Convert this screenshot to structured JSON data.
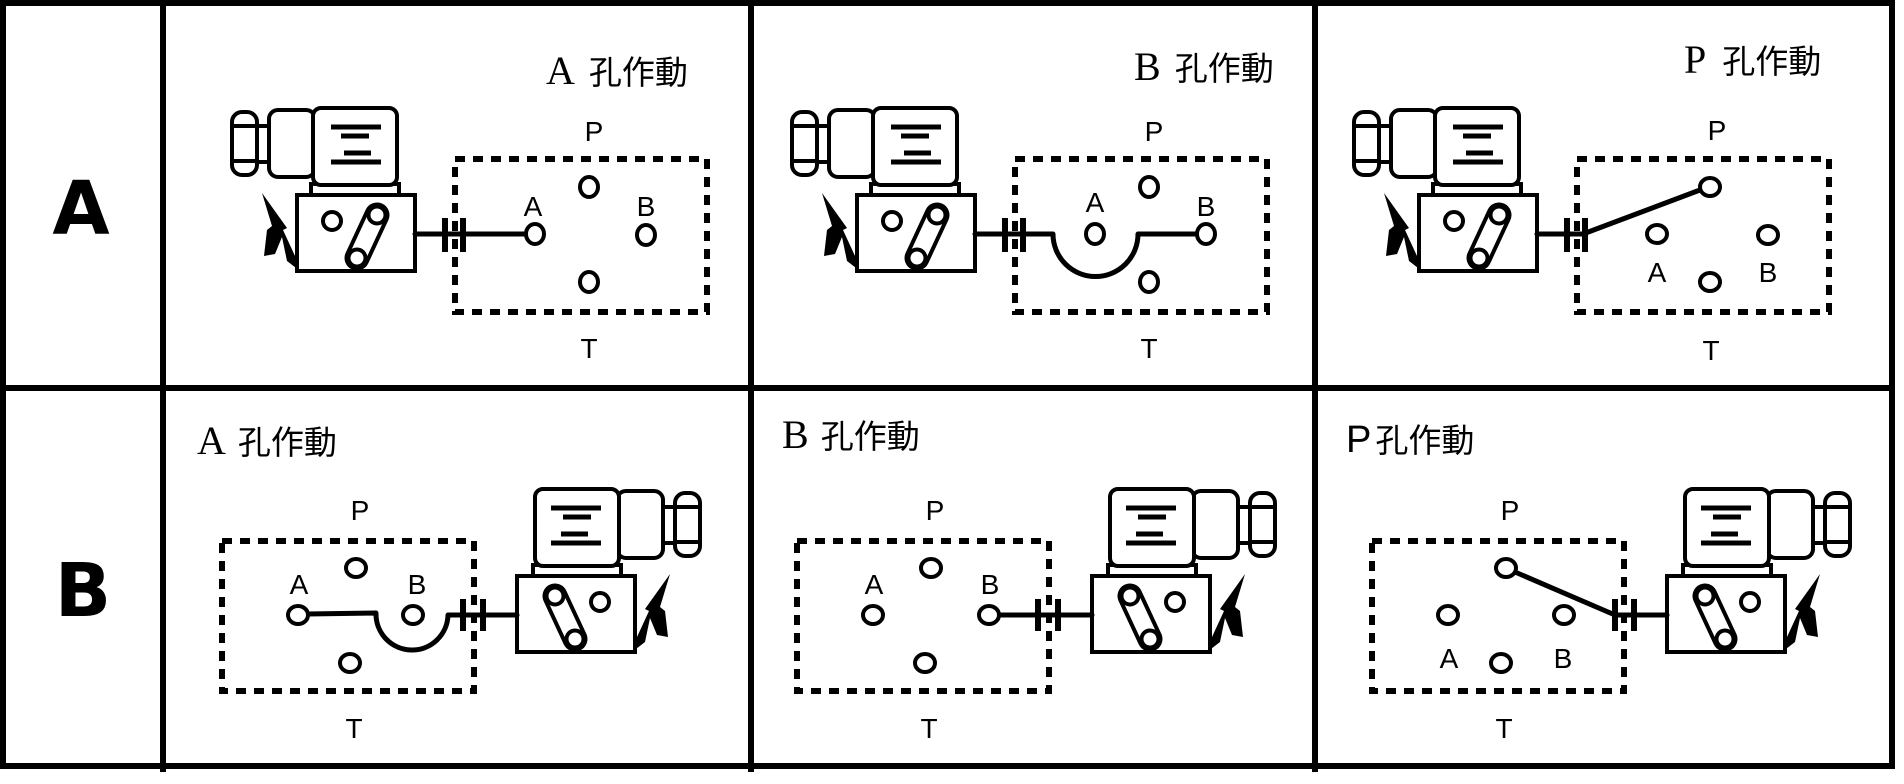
{
  "rows": [
    {
      "label": "A",
      "cells": [
        {
          "title_latin": "A",
          "title_cjk": "孔作動",
          "active_port": "A",
          "ports": {
            "P": "P",
            "A": "A",
            "B": "B",
            "T": "T"
          }
        },
        {
          "title_latin": "B",
          "title_cjk": "孔作動",
          "active_port": "B",
          "ports": {
            "P": "P",
            "A": "A",
            "B": "B",
            "T": "T"
          }
        },
        {
          "title_latin": "P",
          "title_cjk": "孔作動",
          "active_port": "P",
          "ports": {
            "P": "P",
            "A": "A",
            "B": "B",
            "T": "T"
          }
        }
      ]
    },
    {
      "label": "B",
      "cells": [
        {
          "title_latin": "A",
          "title_cjk": "孔作動",
          "active_port": "A",
          "ports": {
            "P": "P",
            "A": "A",
            "B": "B",
            "T": "T"
          }
        },
        {
          "title_latin": "B",
          "title_cjk": "孔作動",
          "active_port": "B",
          "ports": {
            "P": "P",
            "A": "A",
            "B": "B",
            "T": "T"
          }
        },
        {
          "title_latin": "P",
          "title_cjk": "孔作動",
          "active_port": "P",
          "ports": {
            "P": "P",
            "A": "A",
            "B": "B",
            "T": "T"
          }
        }
      ]
    }
  ],
  "colors": {
    "ink": "#000000",
    "background": "#ffffff"
  }
}
